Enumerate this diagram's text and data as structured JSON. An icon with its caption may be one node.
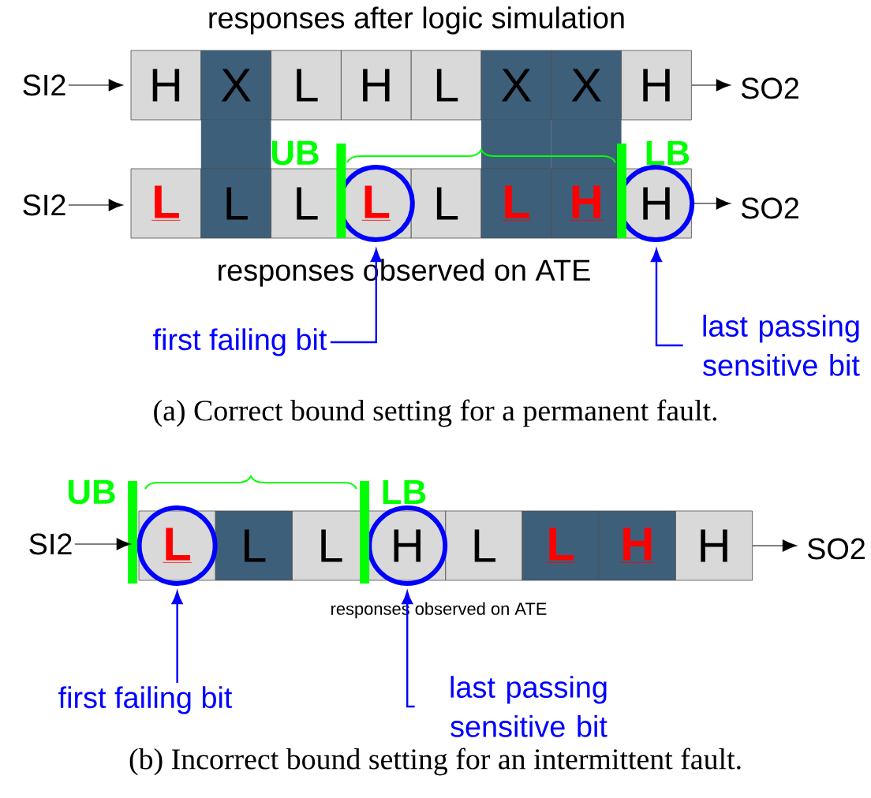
{
  "diagram": {
    "nodes": [
      {
        "text": [
          "SI2"
        ]
      },
      {
        "text": [
          "H"
        ]
      },
      {
        "text": [
          "X"
        ]
      },
      {
        "text": [
          "L"
        ]
      },
      {
        "text": [
          "H"
        ]
      },
      {
        "text": [
          "L"
        ]
      },
      {
        "text": [
          "X"
        ]
      },
      {
        "text": [
          "X"
        ]
      },
      {
        "text": [
          "H"
        ]
      },
      {
        "text": [
          "SO2"
        ]
      },
      {
        "text": [
          "SI2"
        ]
      },
      {
        "text": [
          "L"
        ]
      },
      {
        "text": [
          "L"
        ]
      },
      {
        "text": [
          "L"
        ]
      },
      {
        "text": [
          "L"
        ]
      },
      {
        "text": [
          "L"
        ]
      },
      {
        "text": [
          "L"
        ]
      },
      {
        "text": [
          "H"
        ]
      },
      {
        "text": [
          "H"
        ]
      },
      {
        "text": [
          "SO2"
        ]
      },
      {
        "text": [
          "first failing bit"
        ]
      },
      {
        "text": [
          "last passing sensitive bit"
        ]
      },
      {
        "text": [
          "SI2"
        ]
      },
      {
        "text": [
          "L"
        ]
      },
      {
        "text": [
          "L"
        ]
      },
      {
        "text": [
          "L"
        ]
      },
      {
        "text": [
          "H"
        ]
      },
      {
        "text": [
          "L"
        ]
      },
      {
        "text": [
          "L"
        ]
      },
      {
        "text": [
          "H"
        ]
      },
      {
        "text": [
          "H"
        ]
      },
      {
        "text": [
          "SO2"
        ]
      },
      {
        "text": [
          "first failing bit"
        ]
      },
      {
        "text": [
          "last passing sensitive bit"
        ]
      }
    ],
    "edges": [
      {
        "from": 0,
        "to": 1,
        "arrow": "to"
      },
      {
        "from": 8,
        "to": 9,
        "arrow": "to"
      },
      {
        "from": 10,
        "to": 11,
        "arrow": "to"
      },
      {
        "from": 18,
        "to": 19,
        "arrow": "to"
      },
      {
        "from": 20,
        "to": 14,
        "arrow": "to",
        "color": "#0000ff"
      },
      {
        "from": 21,
        "to": 18,
        "arrow": "to",
        "color": "#0000ff"
      },
      {
        "from": 22,
        "to": 23,
        "arrow": "to"
      },
      {
        "from": 30,
        "to": 31,
        "arrow": "to"
      },
      {
        "from": 32,
        "to": 23,
        "arrow": "to",
        "color": "#0000ff"
      },
      {
        "from": 33,
        "to": 26,
        "arrow": "to",
        "color": "#0000ff"
      }
    ],
    "labels": [
      "responses after logic simulation",
      "UB",
      "LB",
      "responses observed on ATE",
      "(a) Correct bound setting for a permanent fault.",
      "UB",
      "LB",
      "responses observed on ATE",
      "(b) Incorrect bound setting for an intermittent fault."
    ]
  }
}
